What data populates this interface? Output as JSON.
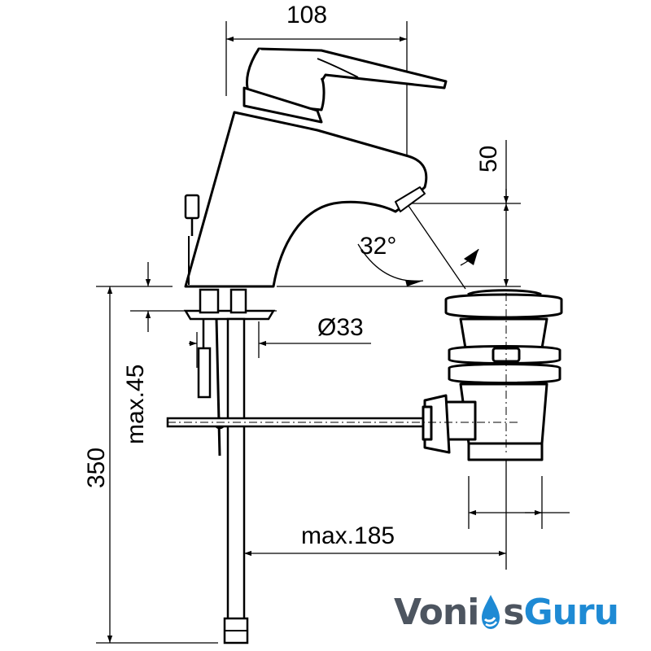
{
  "dimensions": {
    "width_top": "108",
    "height_spout": "50",
    "angle": "32°",
    "diameter": "Ø33",
    "max_depth": "max.45",
    "total_height": "350",
    "max_reach": "max.185"
  },
  "logo": {
    "part1": "Voni",
    "part2": "s",
    "part3": "Guru",
    "colors": {
      "gray": "#4d5560",
      "blue": "#1e8ad4"
    }
  }
}
